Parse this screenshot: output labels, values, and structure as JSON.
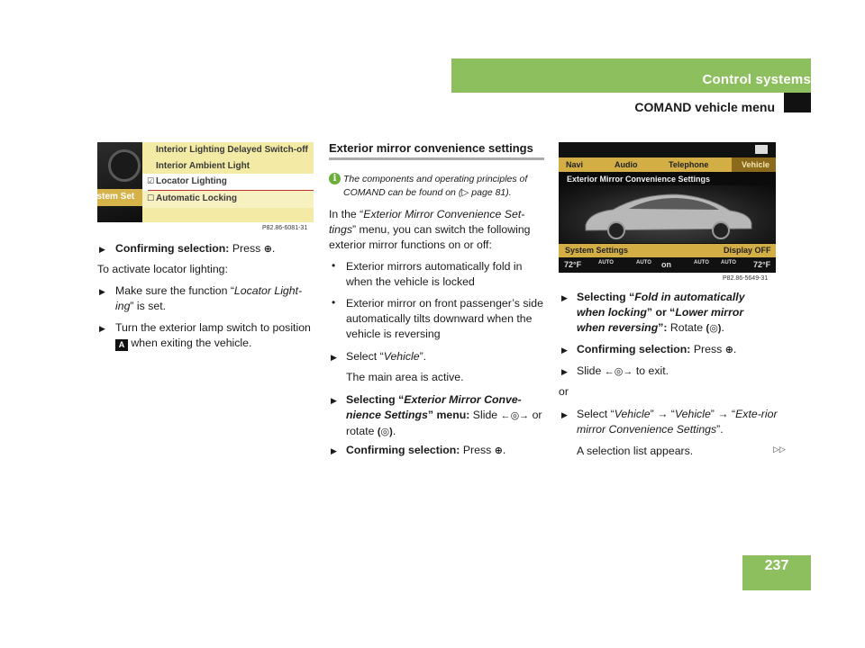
{
  "header": {
    "title": "Control systems",
    "subtitle": "COMAND vehicle menu"
  },
  "page_number": "237",
  "left_image": {
    "menu": [
      {
        "label": "Interior Lighting Delayed Switch-off",
        "mark": ""
      },
      {
        "label": "Interior Ambient Light",
        "mark": ""
      },
      {
        "label": "Locator Lighting",
        "mark": "☑"
      },
      {
        "label": "Automatic Locking",
        "mark": "☐"
      }
    ],
    "side_label": "ystem Set",
    "caption": "P82.86-6081-31"
  },
  "left_column": {
    "confirm_label": "Confirming selection:",
    "confirm_text": "Press",
    "intro": "To activate locator lighting:",
    "step1_a": "Make sure the function “",
    "step1_italic": "Locator Light-ing",
    "step1_b": "” is set.",
    "step2_a": "Turn the exterior lamp switch to position",
    "step2_badge": "A",
    "step2_b": "when exiting the vehicle."
  },
  "middle_column": {
    "heading": "Exterior mirror convenience settings",
    "note_icon": "i",
    "note": "The components and operating principles of COMAND can be found on (▷ page 81).",
    "intro_a": "In the “",
    "intro_italic": "Exterior Mirror Convenience Set-tings",
    "intro_b": "” menu, you can switch the following exterior mirror functions on or off:",
    "bullets": [
      "Exterior mirrors automatically fold in when the vehicle is locked",
      "Exterior mirror on front passenger’s side automatically tilts downward when the vehicle is reversing"
    ],
    "select_a": "Select “",
    "select_italic": "Vehicle",
    "select_b": "”.",
    "main_active": "The main area is active.",
    "selecting_label": "Selecting “",
    "selecting_italic": "Exterior Mirror Conve-nience Settings",
    "selecting_label2": "” menu:",
    "selecting_text_a": "Slide",
    "selecting_text_b": "or rotate",
    "confirm_label": "Confirming selection:",
    "confirm_text": "Press"
  },
  "right_image": {
    "nav": [
      "Navi",
      "Audio",
      "Telephone",
      "Vehicle"
    ],
    "title": "Exterior Mirror Convenience Settings",
    "system_settings": "System Settings",
    "display_off": "Display OFF",
    "climate": [
      "72°F",
      "AUTO",
      "AUTO",
      "on",
      "AUTO",
      "AUTO",
      "72°F"
    ],
    "caption": "P82.86-5649-31"
  },
  "right_column": {
    "selecting_label": "Selecting “",
    "opt1": "Fold in automatically when locking",
    "or_mid": "” or “",
    "opt2": "Lower mirror when reversing",
    "colon": "”:",
    "rotate": "Rotate",
    "confirm_label": "Confirming selection:",
    "confirm_text": "Press",
    "slide_a": "Slide",
    "slide_b": "to exit.",
    "or": "or",
    "select_a": "Select “",
    "path1": "Vehicle",
    "arrow": "” → “",
    "path2": "Vehicle",
    "path3": "Exte-rior mirror Convenience Settings",
    "select_end": "”.",
    "list_appears": "A selection list appears.",
    "continue": "▷▷"
  }
}
